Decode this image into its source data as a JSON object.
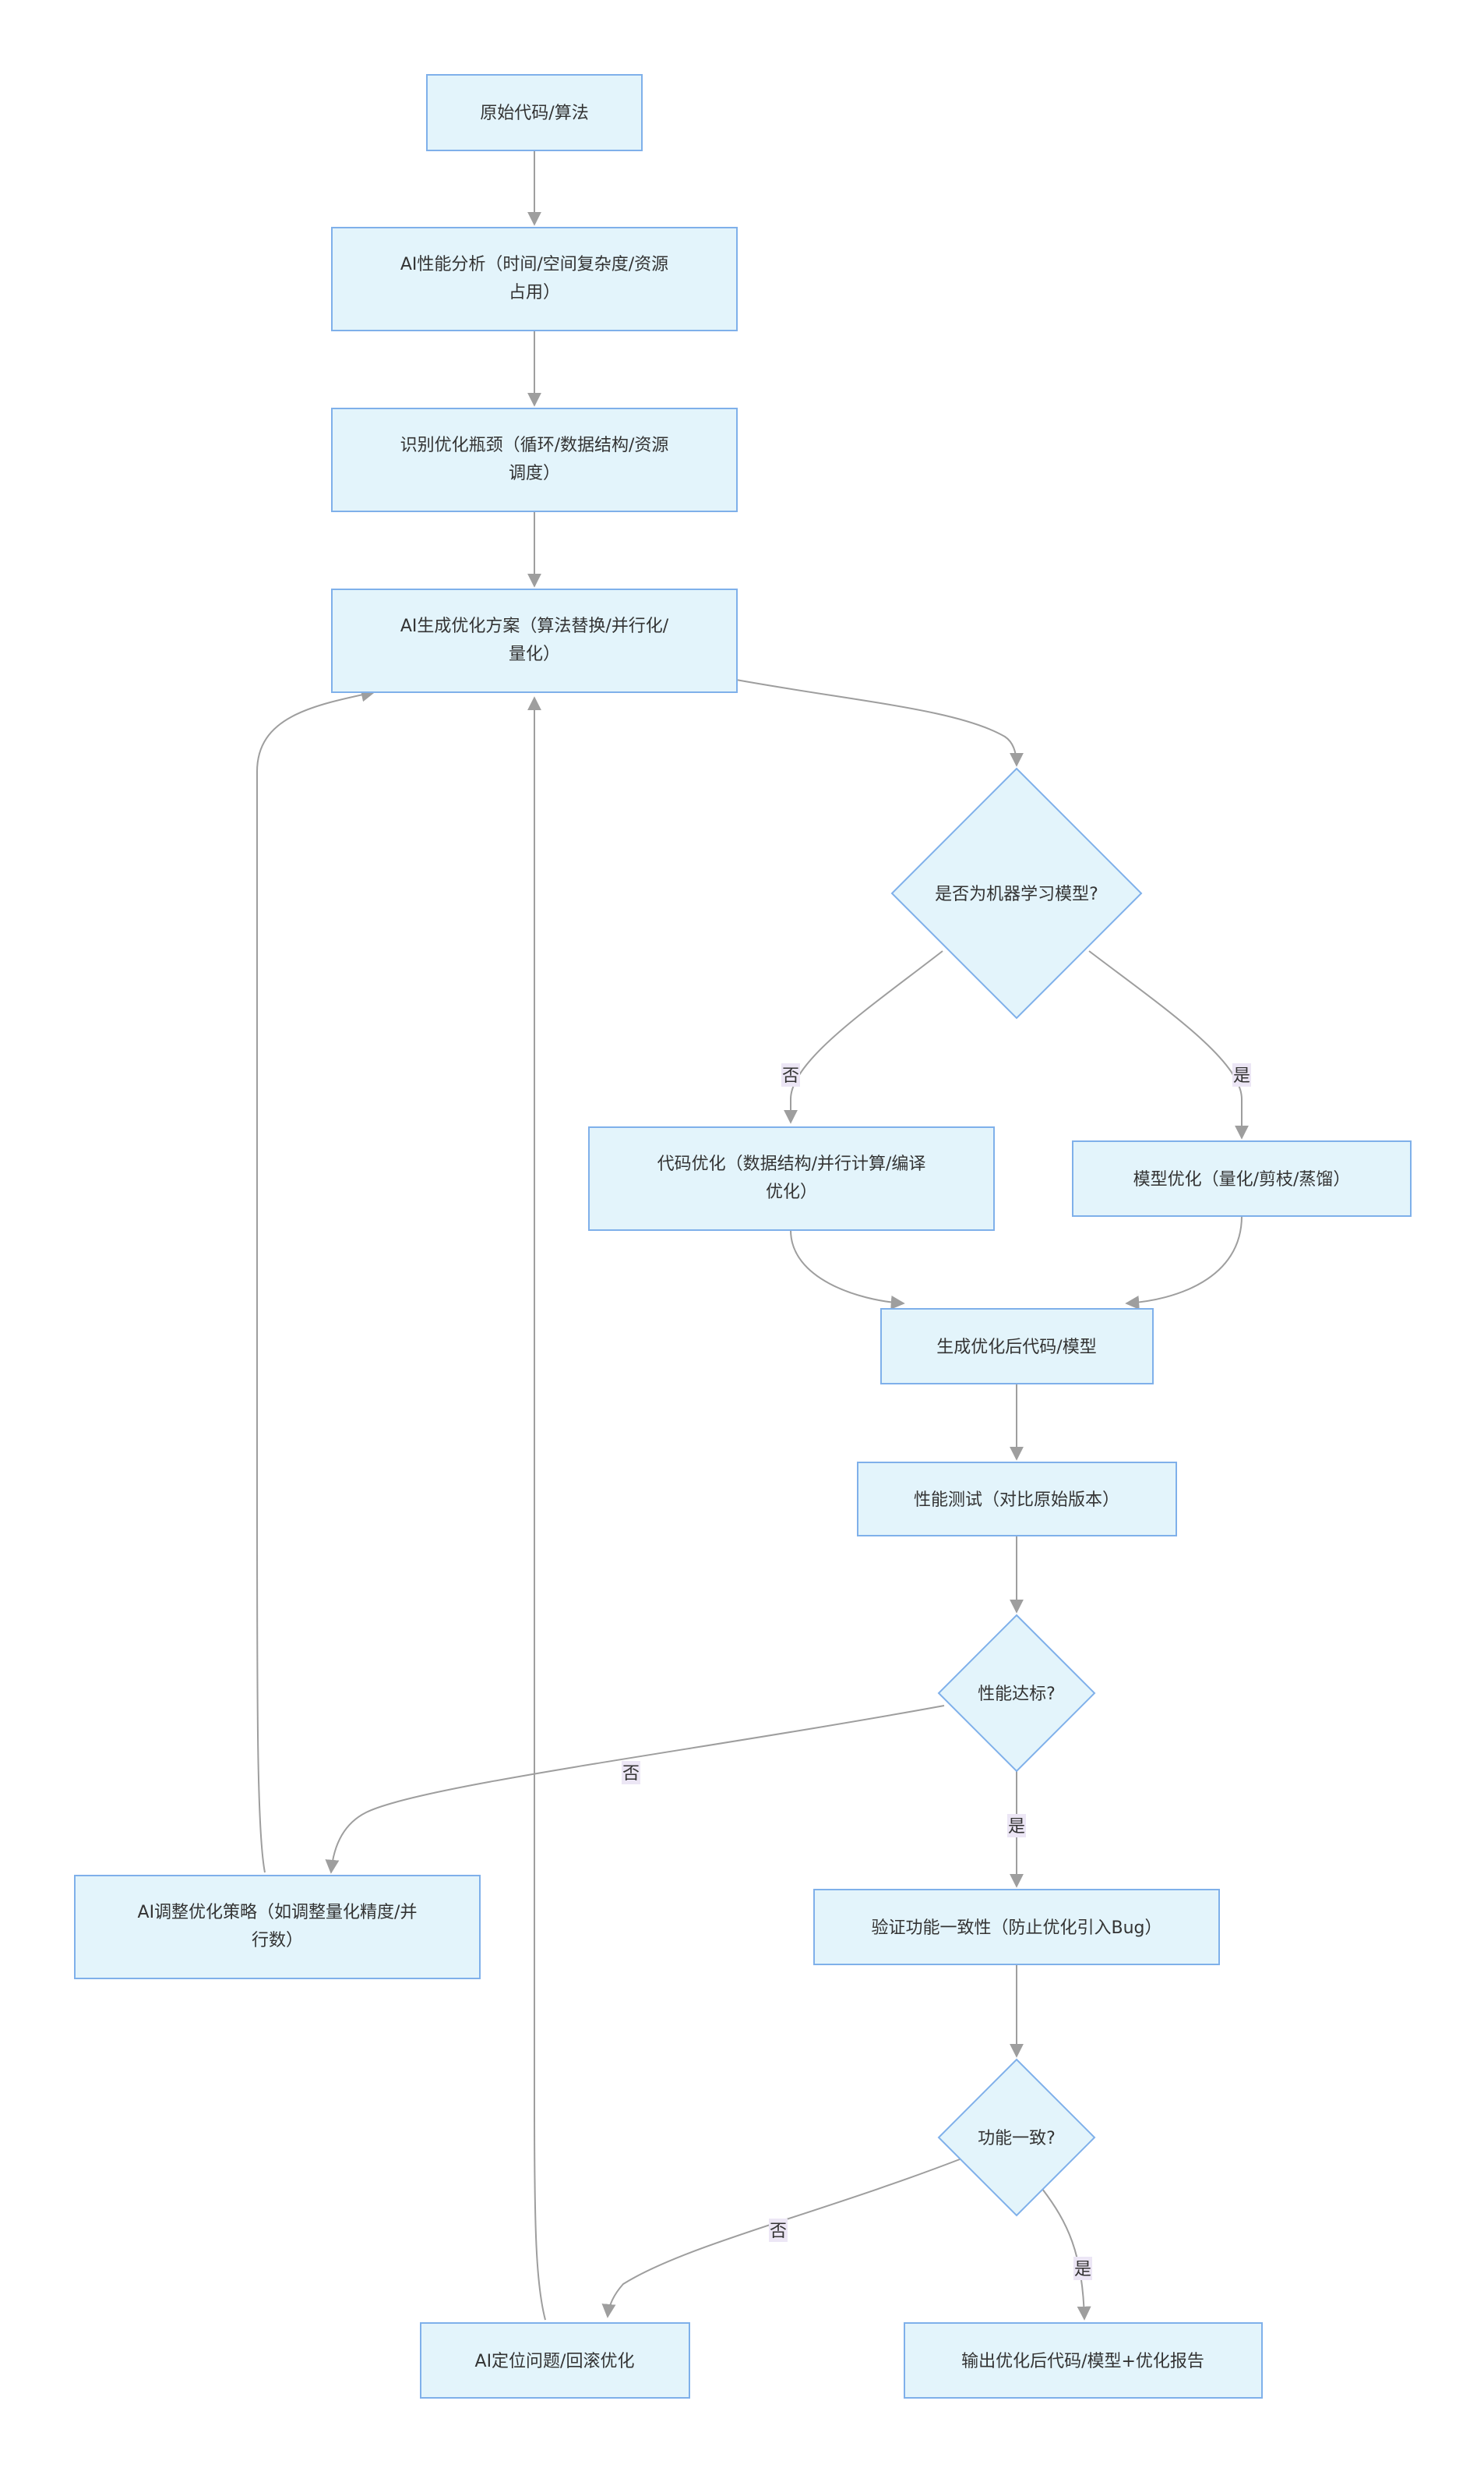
{
  "nodes": {
    "n1": "原始代码/算法",
    "n2": [
      "AI性能分析（时间/空间复杂度/资源",
      "占用）"
    ],
    "n3": [
      "识别优化瓶颈（循环/数据结构/资源",
      "调度）"
    ],
    "n4": [
      "AI生成优化方案（算法替换/并行化/",
      "量化）"
    ],
    "d1": "是否为机器学习模型?",
    "n5": [
      "代码优化（数据结构/并行计算/编译",
      "优化）"
    ],
    "n6": "模型优化（量化/剪枝/蒸馏）",
    "n7": "生成优化后代码/模型",
    "n8": "性能测试（对比原始版本）",
    "d2": "性能达标?",
    "n9": [
      "AI调整优化策略（如调整量化精度/并",
      "行数）"
    ],
    "n10": "验证功能一致性（防止优化引入Bug）",
    "d3": "功能一致?",
    "n11": "AI定位问题/回滚优化",
    "n12": "输出优化后代码/模型+优化报告"
  },
  "edge_labels": {
    "d1_no": "否",
    "d1_yes": "是",
    "d2_no": "否",
    "d2_yes": "是",
    "d3_no": "否",
    "d3_yes": "是"
  }
}
